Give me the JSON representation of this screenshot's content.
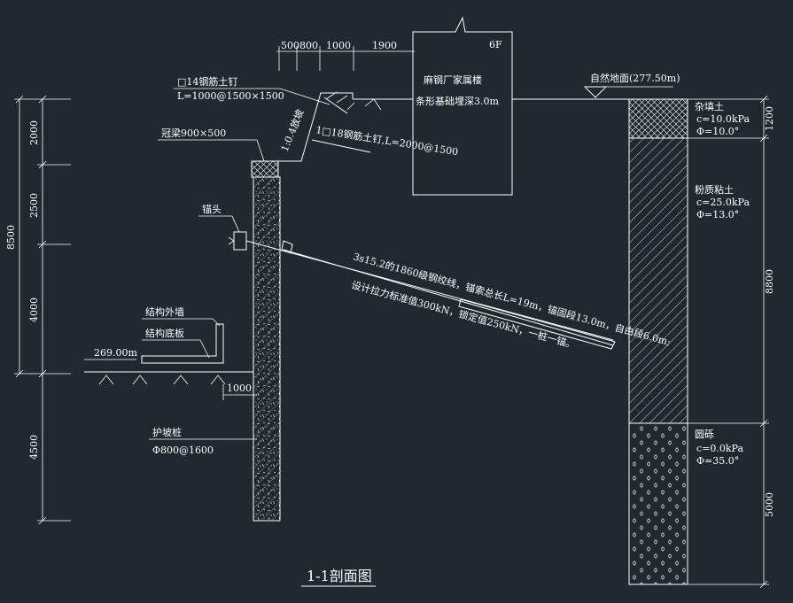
{
  "title": "1-1剖面图",
  "left_dims": [
    "8500",
    "2000",
    "2500",
    "4000",
    "4500"
  ],
  "top_dims": [
    "500",
    "800",
    "1000",
    "1900"
  ],
  "building": {
    "floors": "6F",
    "name": "麻钢厂家属楼",
    "foundation": "条形基础埋深3.0m"
  },
  "ground_label": "自然地面(277.50m)",
  "nail_top": {
    "name": "□14钢筋土钉",
    "spec": "L=1000@1500×1500"
  },
  "slope_label": "1:0.4放坡",
  "nail_lower": "1□18钢筋土钉,L=2000@1500",
  "cap_beam": "冠梁900×500",
  "anchor_head": "锚头",
  "anchor_line1": "3s15.2的1860级钢绞线，锚索总长L=19m，锚固段13.0m，自由段6.0m;",
  "anchor_line2": "设计拉力标准值300kN，锁定值250kN，一桩一锚。",
  "wall_label": "结构外墙",
  "floor_label": "结构底板",
  "bottom_elev": "269.00m",
  "offset_dim": "1000",
  "pile": {
    "name": "护坡桩",
    "spec": "Φ800@1600"
  },
  "soils": [
    {
      "name": "杂填土",
      "c": "c=10.0kPa",
      "phi": "Φ=10.0°",
      "thickness": "1200"
    },
    {
      "name": "粉质粘土",
      "c": "c=25.0kPa",
      "phi": "Φ=13.0°",
      "thickness": "8800"
    },
    {
      "name": "圆砾",
      "c": "c=0.0kPa",
      "phi": "Φ=35.0°",
      "thickness": "5000"
    }
  ]
}
